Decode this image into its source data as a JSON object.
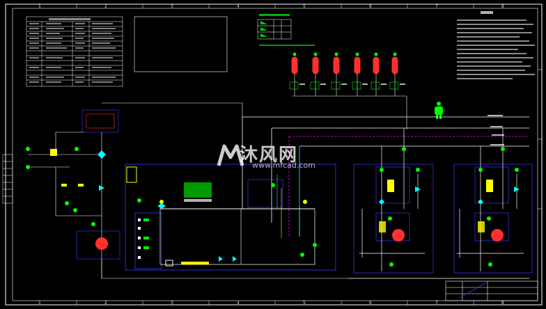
{
  "watermark": {
    "brand": "沐风网",
    "url": "www.mfcad.com",
    "logo_icon": "mf-logo-icon"
  },
  "border_numbers": {
    "top": [
      "1",
      "2",
      "3",
      "4",
      "5",
      "6",
      "7",
      "8"
    ],
    "bottom": [
      "1",
      "2",
      "3",
      "4",
      "5",
      "6",
      "7",
      "8"
    ]
  },
  "colors": {
    "background": "#000000",
    "frame": "#ffffff",
    "pipe_yellow": "#ffff00",
    "pipe_green": "#00ff00",
    "pipe_cyan": "#00ffff",
    "box_blue": "#3a3aff",
    "pipe_magenta": "#ff00ff",
    "pump_red": "#ff3030"
  }
}
